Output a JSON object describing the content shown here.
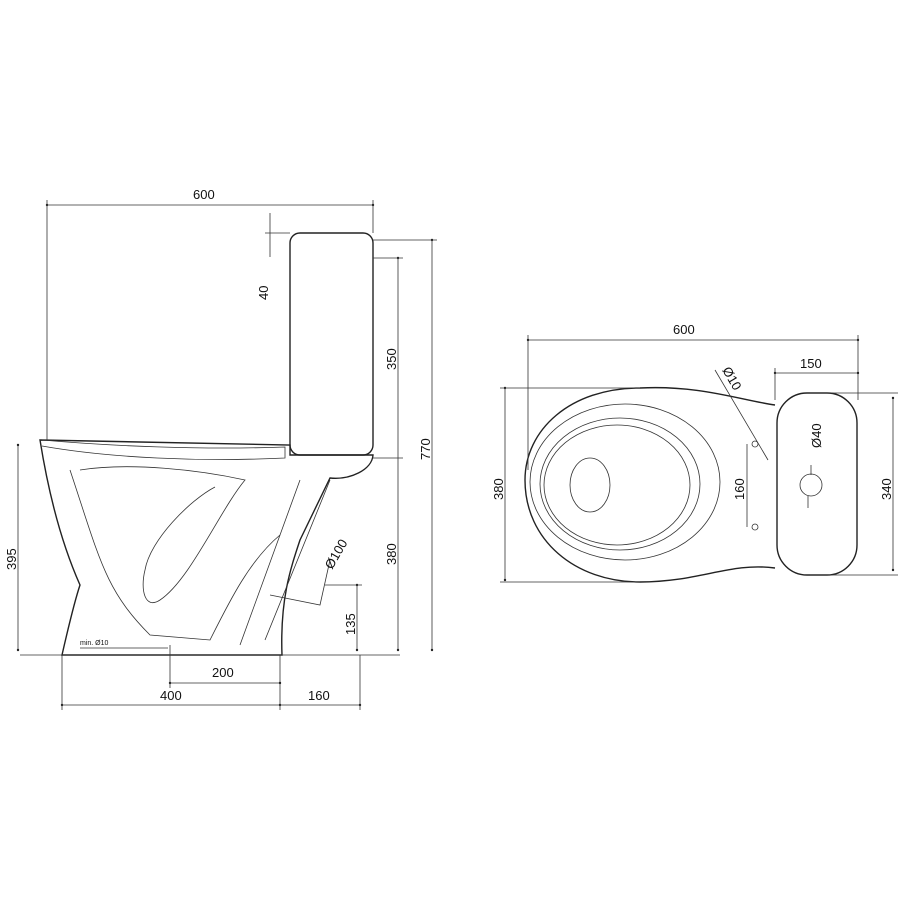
{
  "side_view": {
    "overall_width": "600",
    "lid_gap": "40",
    "tank_height": "350",
    "overall_height": "770",
    "seat_height": "395",
    "rim_to_floor": "380",
    "outlet_diameter": "Ø100",
    "outlet_height": "135",
    "mount_spacing": "200",
    "base_depth": "400",
    "outlet_offset": "160",
    "mount_note": "min. Ø10"
  },
  "top_view": {
    "overall_width": "600",
    "tank_depth": "150",
    "bowl_width": "380",
    "tank_width": "340",
    "hole_spacing": "160",
    "mount_hole": "Ø10",
    "button_hole": "Ø40"
  }
}
